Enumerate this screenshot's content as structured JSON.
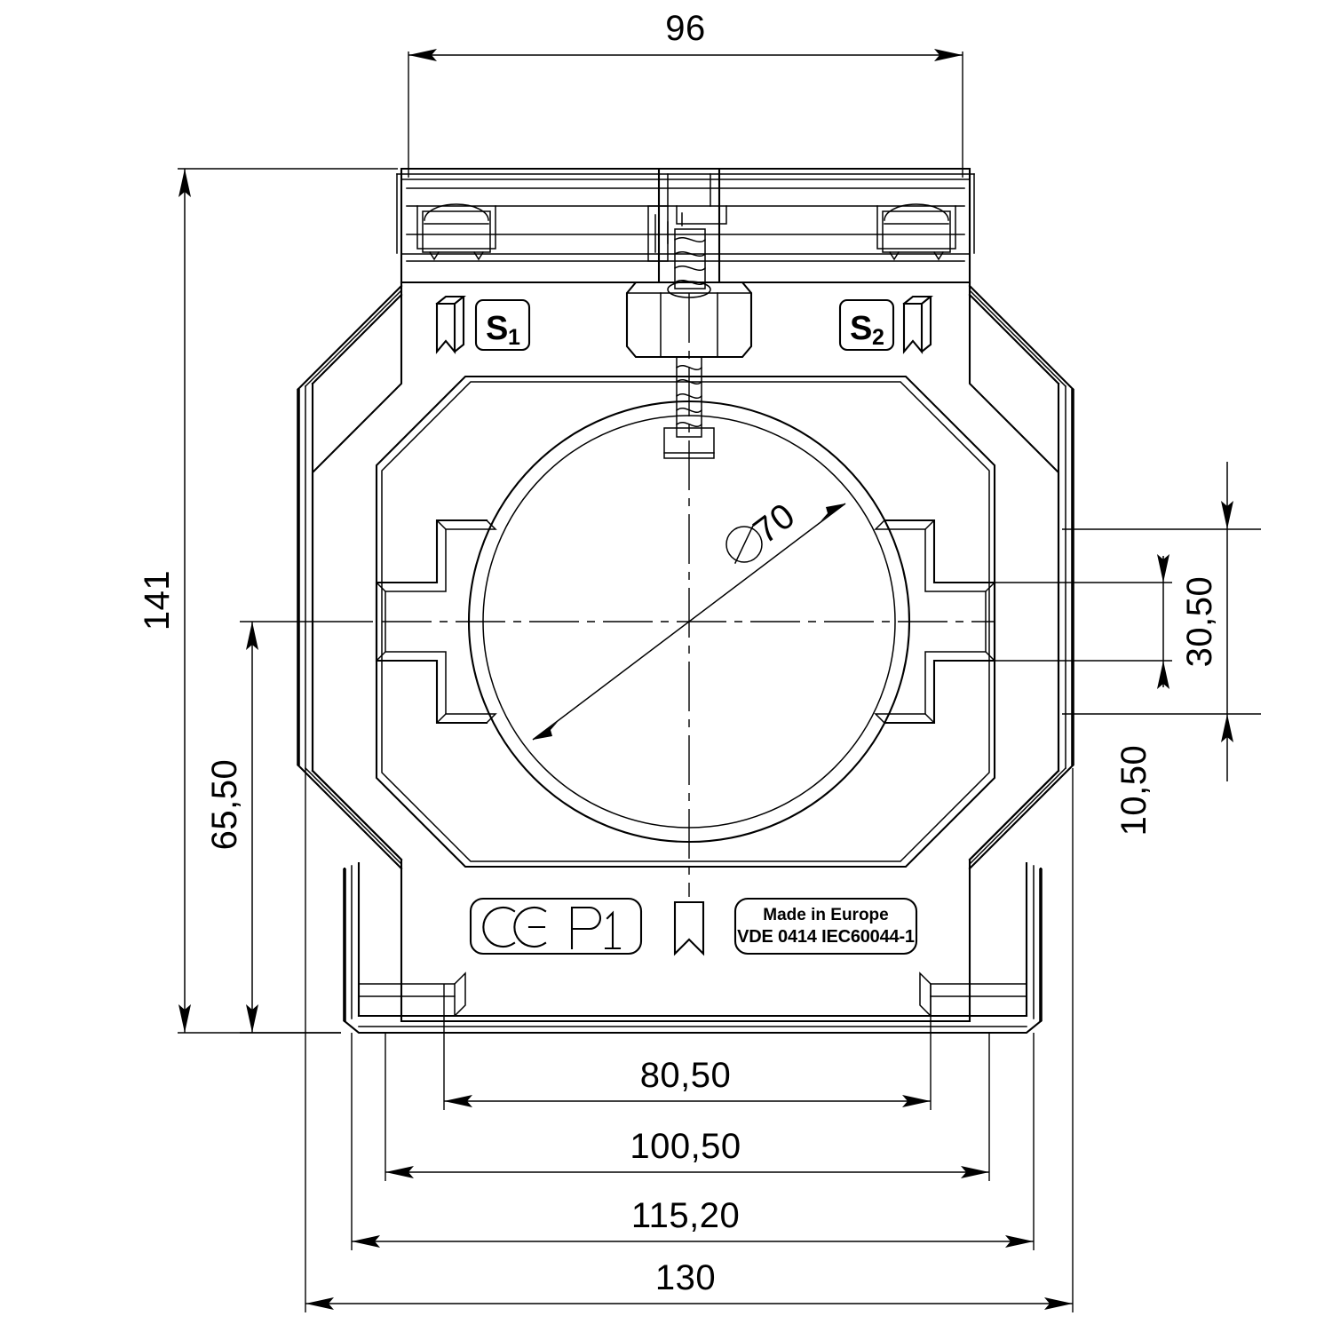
{
  "drawing": {
    "title": "Current transformer front view — dimensioned technical drawing",
    "units": "mm",
    "line_color": "#000000",
    "background_color": "#ffffff"
  },
  "dimensions": {
    "top": {
      "label": "96",
      "value": 96,
      "orientation": "horizontal"
    },
    "left_outer": {
      "label": "141",
      "value": 141,
      "orientation": "vertical"
    },
    "left_inner": {
      "label": "65,50",
      "value": 65.5,
      "orientation": "vertical"
    },
    "right_inner": {
      "label": "30,50",
      "value": 30.5,
      "orientation": "vertical"
    },
    "right_outer": {
      "label": "10,50",
      "value": 10.5,
      "orientation": "vertical"
    },
    "bore": {
      "label": "70",
      "value": 70,
      "symbol": "⌀",
      "orientation": "diagonal"
    },
    "bottom": [
      {
        "label": "80,50",
        "value": 80.5
      },
      {
        "label": "100,50",
        "value": 100.5
      },
      {
        "label": "115,20",
        "value": 115.2
      },
      {
        "label": "130",
        "value": 130
      }
    ]
  },
  "markings": {
    "terminal_s1": {
      "label": "S",
      "subscript": "1"
    },
    "terminal_s2": {
      "label": "S",
      "subscript": "2"
    },
    "primary_p1": {
      "ce_label": "CE",
      "label": "P",
      "subscript": "1"
    },
    "origin_plate": {
      "line1": "Made in Europe",
      "line2": "VDE 0414 IEC60044-1"
    }
  }
}
